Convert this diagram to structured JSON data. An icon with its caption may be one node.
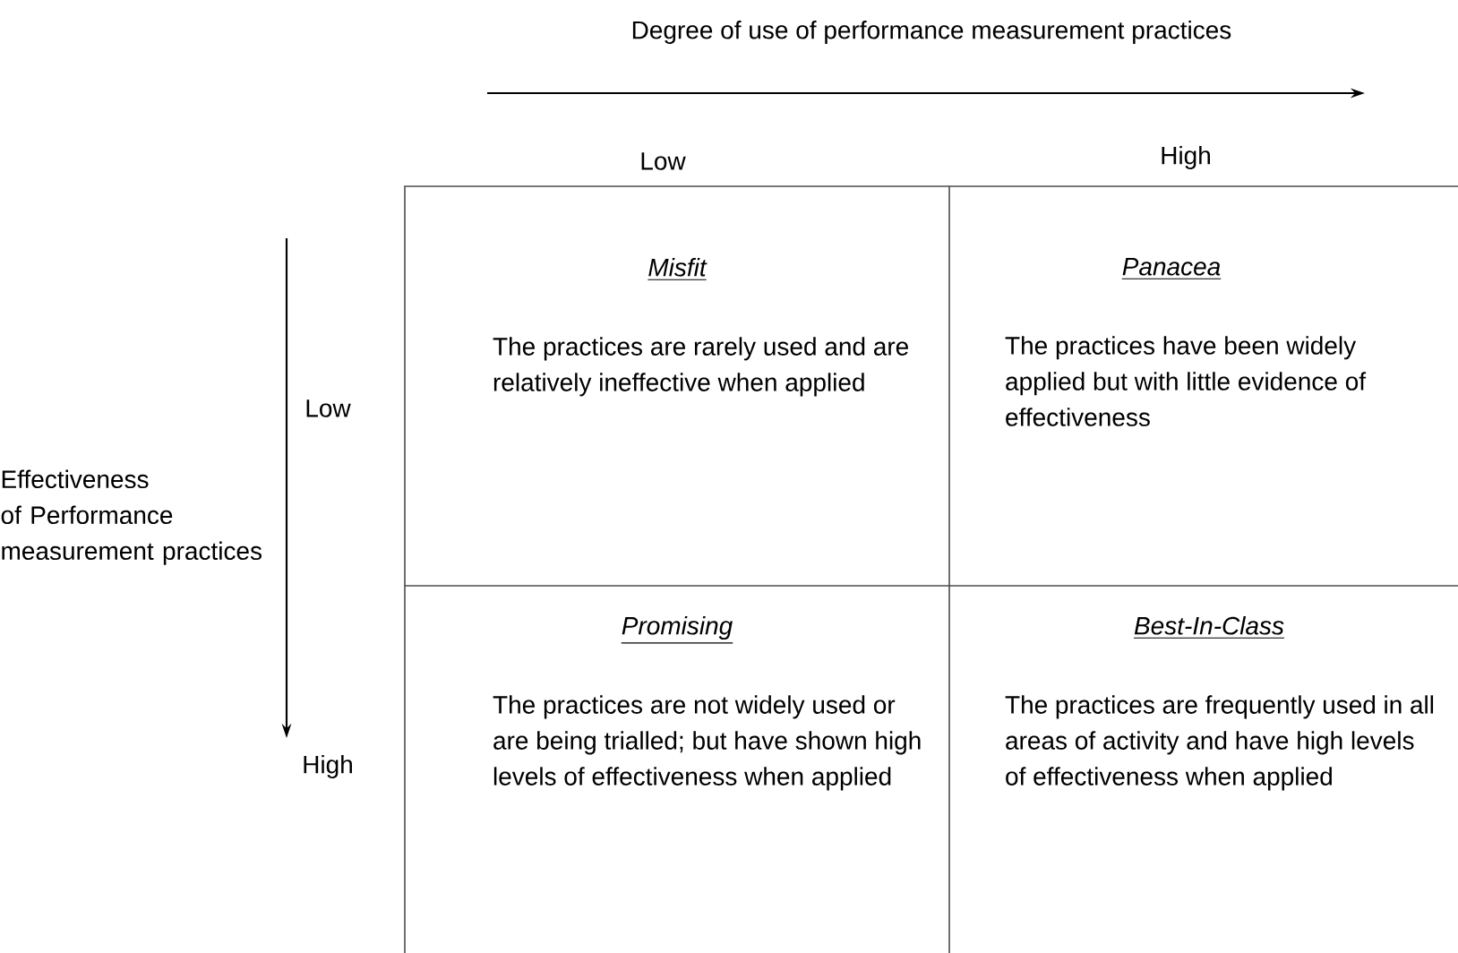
{
  "diagram": {
    "nodes": [
      {
        "text": [
          "Misfit",
          "The practices are rarely used and are relatively ineffective when applied"
        ]
      },
      {
        "text": [
          "Panacea",
          "The practices have been widely applied but with little evidence of effectiveness"
        ]
      },
      {
        "text": [
          "Promising",
          "The practices are not widely used or are being trialled; but have shown high levels of effectiveness when applied"
        ]
      },
      {
        "text": [
          "Best-In-Class",
          "The practices are frequently used in all areas of activity and have high levels of effectiveness when applied"
        ]
      }
    ],
    "labels": [
      "Degree of use of performance measurement practices",
      "Low",
      "High",
      "Low",
      "Effectiveness of Performance measurement practices",
      "High"
    ]
  }
}
